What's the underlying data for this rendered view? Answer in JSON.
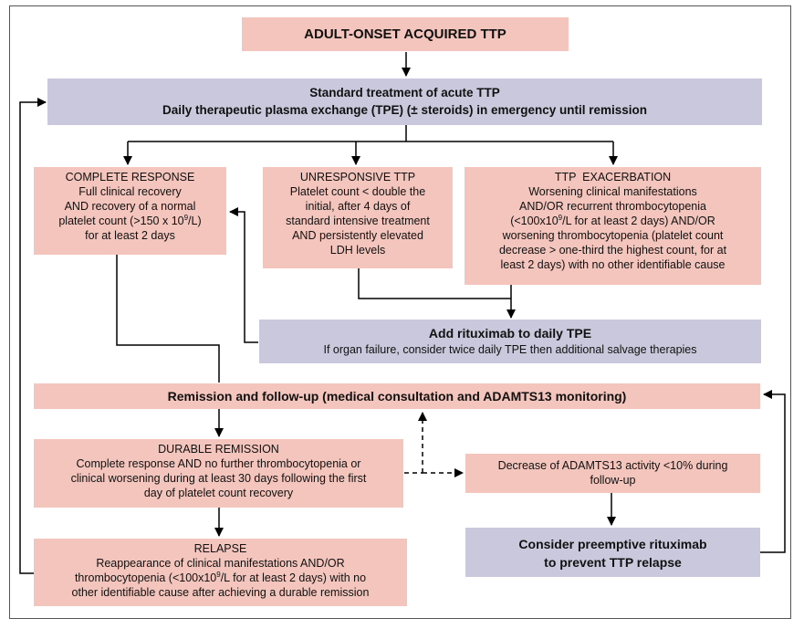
{
  "title": "ADULT-ONSET ACQUIRED TTP",
  "standard": {
    "line1": "Standard treatment of acute TTP",
    "line2": "Daily therapeutic plasma exchange (TPE) (± steroids) in emergency until remission"
  },
  "complete": {
    "title": "COMPLETE RESPONSE",
    "l1": "Full clinical recovery",
    "l2": "AND recovery of a normal",
    "l3a": "platelet count (>150 x 10",
    "l3sup": "9",
    "l3b": "/L)",
    "l4": "for at least 2 days"
  },
  "unresponsive": {
    "title": "UNRESPONSIVE TTP",
    "l1": "Platelet count < double the",
    "l2": "initial, after 4 days of",
    "l3": "standard intensive treatment",
    "l4": "AND persistently elevated",
    "l5": "LDH levels"
  },
  "exacerbation": {
    "title": "TTP  EXACERBATION",
    "l1": "Worsening clinical manifestations",
    "l2": "AND/OR recurrent thrombocytopenia",
    "l3a": "(<100x10",
    "l3sup": "9",
    "l3b": "/L for at least 2 days) AND/OR",
    "l4": "worsening thrombocytopenia (platelet count",
    "l5": "decrease > one-third the highest count, for at",
    "l6": "least 2 days) with no other identifiable cause"
  },
  "rituximab": {
    "line1": "Add rituximab to daily TPE",
    "line2": "If organ failure, consider twice daily TPE then additional salvage therapies"
  },
  "remission": {
    "line1": "Remission and follow-up (medical consultation and ADAMTS13 monitoring)"
  },
  "durable": {
    "title": "DURABLE REMISSION",
    "l1": "Complete response AND no further thrombocytopenia or",
    "l2": "clinical worsening during at least 30 days following the first",
    "l3": "day of platelet count recovery"
  },
  "decrease": {
    "l1": "Decrease of ADAMTS13 activity <10% during",
    "l2": "follow-up"
  },
  "preemptive": {
    "l1": "Consider preemptive rituximab",
    "l2": "to prevent TTP relapse"
  },
  "relapse": {
    "title": "RELAPSE",
    "l1": "Reappearance of clinical manifestations AND/OR",
    "l2a": "thrombocytopenia (<100x10",
    "l2sup": "9",
    "l2b": "/L for at least 2 days) with no",
    "l3": "other identifiable cause after achieving a durable remission"
  },
  "colors": {
    "pink": "#f4c5bc",
    "lavender": "#c9c8dc",
    "line": "#000000"
  }
}
